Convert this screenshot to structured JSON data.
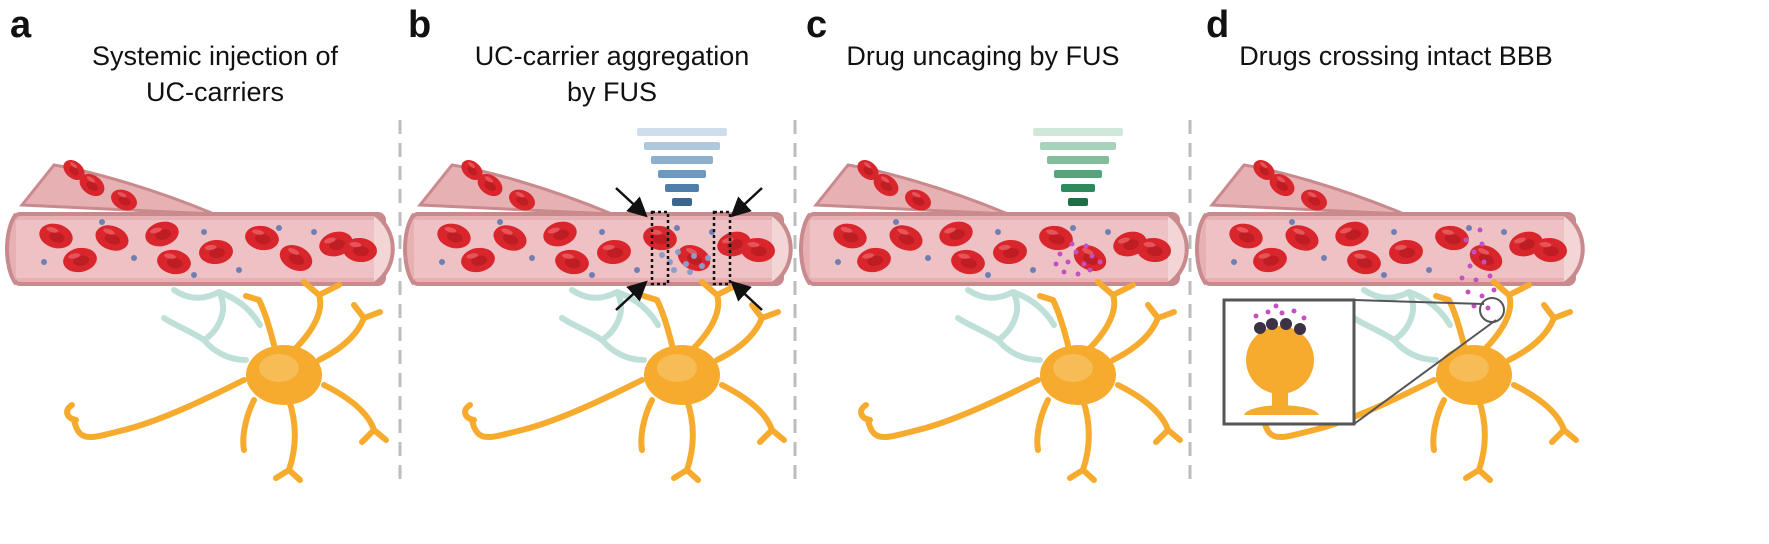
{
  "panels": [
    {
      "letter": "a",
      "title_line1": "Systemic injection of",
      "title_line2": "UC-carriers"
    },
    {
      "letter": "b",
      "title_line1": "UC-carrier aggregation",
      "title_line2": "by FUS"
    },
    {
      "letter": "c",
      "title_line1": "Drug uncaging by FUS",
      "title_line2": ""
    },
    {
      "letter": "d",
      "title_line1": "Drugs crossing intact BBB",
      "title_line2": ""
    }
  ],
  "colors": {
    "vessel_wall": "#c98a8e",
    "vessel_lumen": "#e7b1b4",
    "red_blood_cell": "#d9262c",
    "neuron": "#f6ab2e",
    "astrocyte": "#bfe0d8",
    "uc_carrier": "#6f7fb4",
    "drug": "#c451c4",
    "fus_b": "#4f7eaa",
    "fus_c": "#2e8a5c",
    "divider": "#bdbdbd"
  },
  "icons": [
    "fus-transducer-icon",
    "aggregation-arrow-icon",
    "vessel-icon",
    "neuron-icon",
    "synapse-inset-icon"
  ]
}
